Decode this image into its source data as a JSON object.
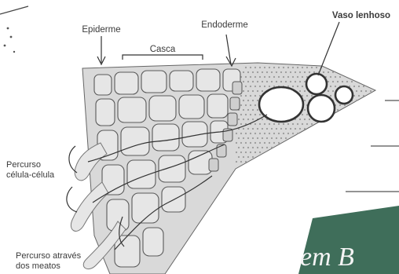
{
  "labels": {
    "epiderme": "Epiderme",
    "casca": "Casca",
    "endoderme": "Endoderme",
    "vaso_lenhoso": "Vaso lenhoso",
    "percurso_celula_line1": "Percurso",
    "percurso_celula_line2": "célula-célula",
    "percurso_meatos_line1": "Percurso através",
    "percurso_meatos_line2": "dos meatos",
    "banner_text": "em B"
  },
  "colors": {
    "tissue_fill": "#d9d9d9",
    "cell_fill": "#e6e6e6",
    "cell_stroke": "#5a5a5a",
    "banner": "#3f6e5a",
    "banner_text": "#f4f4f4",
    "dot": "#9a9a9a"
  }
}
